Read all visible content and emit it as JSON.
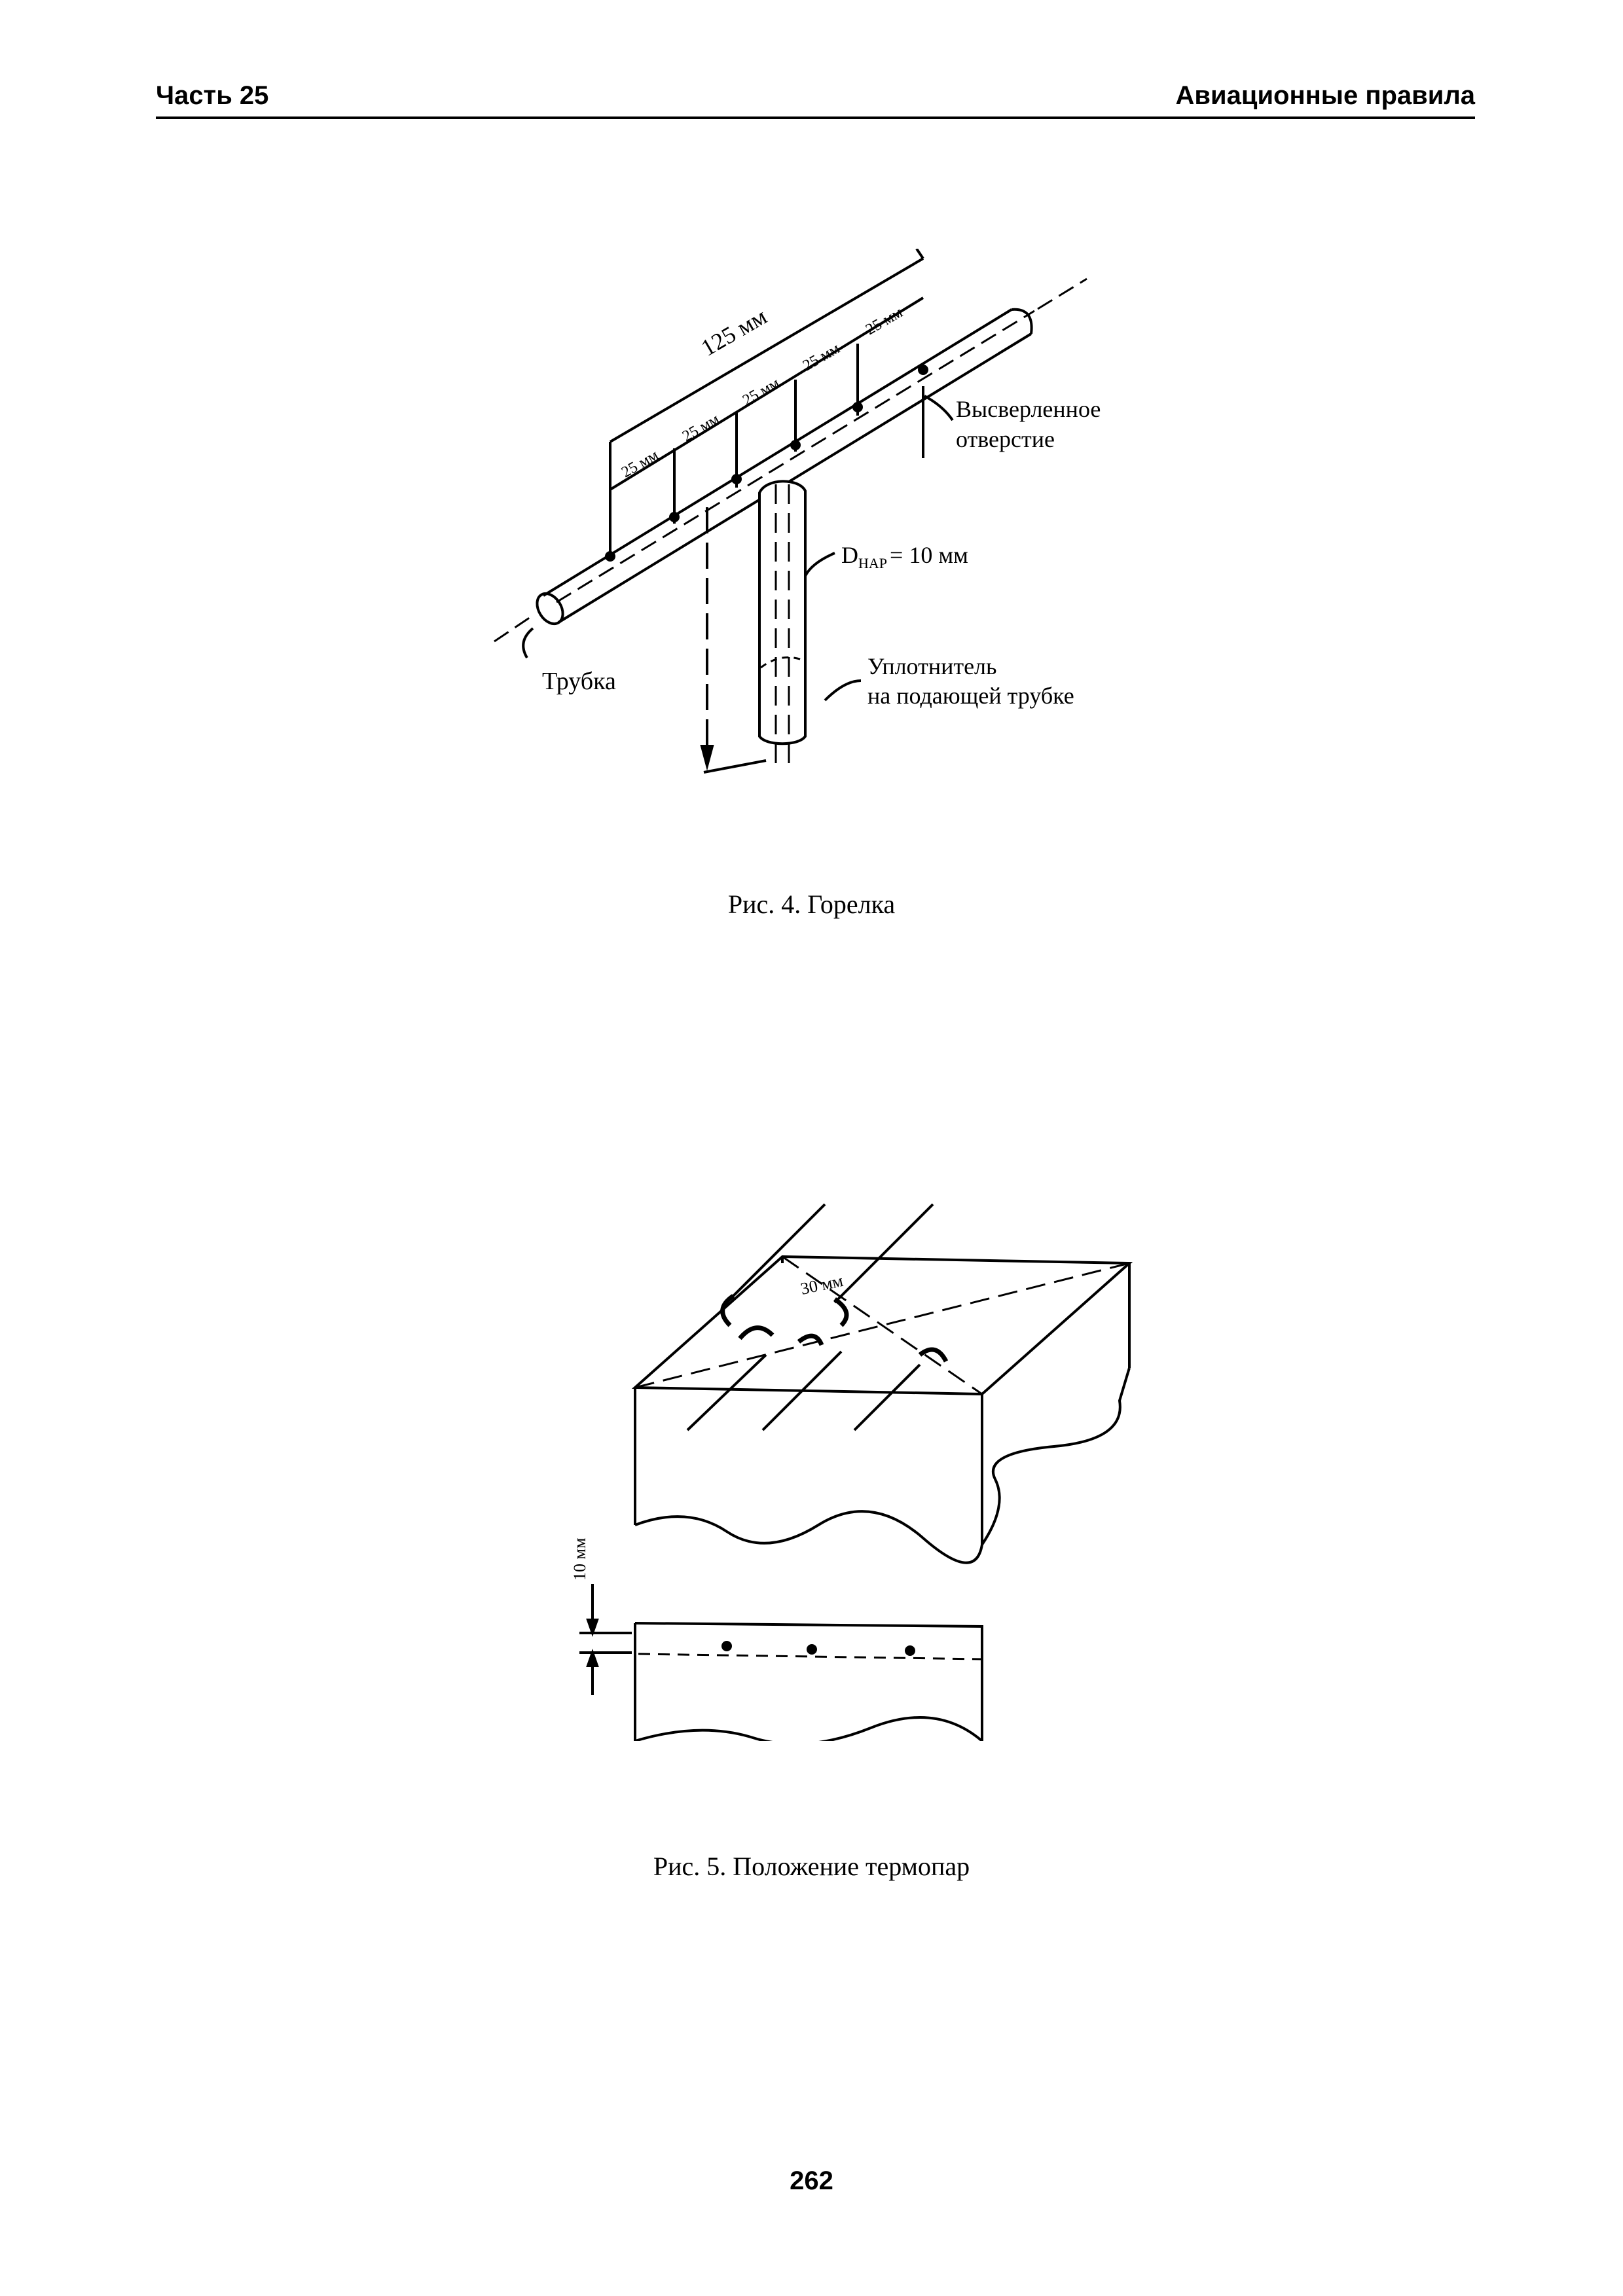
{
  "header": {
    "left": "Часть 25",
    "right": "Авиационные правила"
  },
  "figure4": {
    "caption": "Рис. 4. Горелка",
    "labels": {
      "total_length": "125 мм",
      "segment": "25 мм",
      "drilled_hole_line1": "Высверленное",
      "drilled_hole_line2": "отверстие",
      "diameter_main": "D",
      "diameter_sub": "НАР",
      "diameter_value": "= 10 мм",
      "tube": "Трубка",
      "seal_line1": "Уплотнитель",
      "seal_line2": "на подающей трубке"
    }
  },
  "figure5": {
    "caption": "Рис. 5. Положение термопар",
    "labels": {
      "spacing": "30 мм",
      "depth": "10 мм"
    }
  },
  "page_number": "262"
}
